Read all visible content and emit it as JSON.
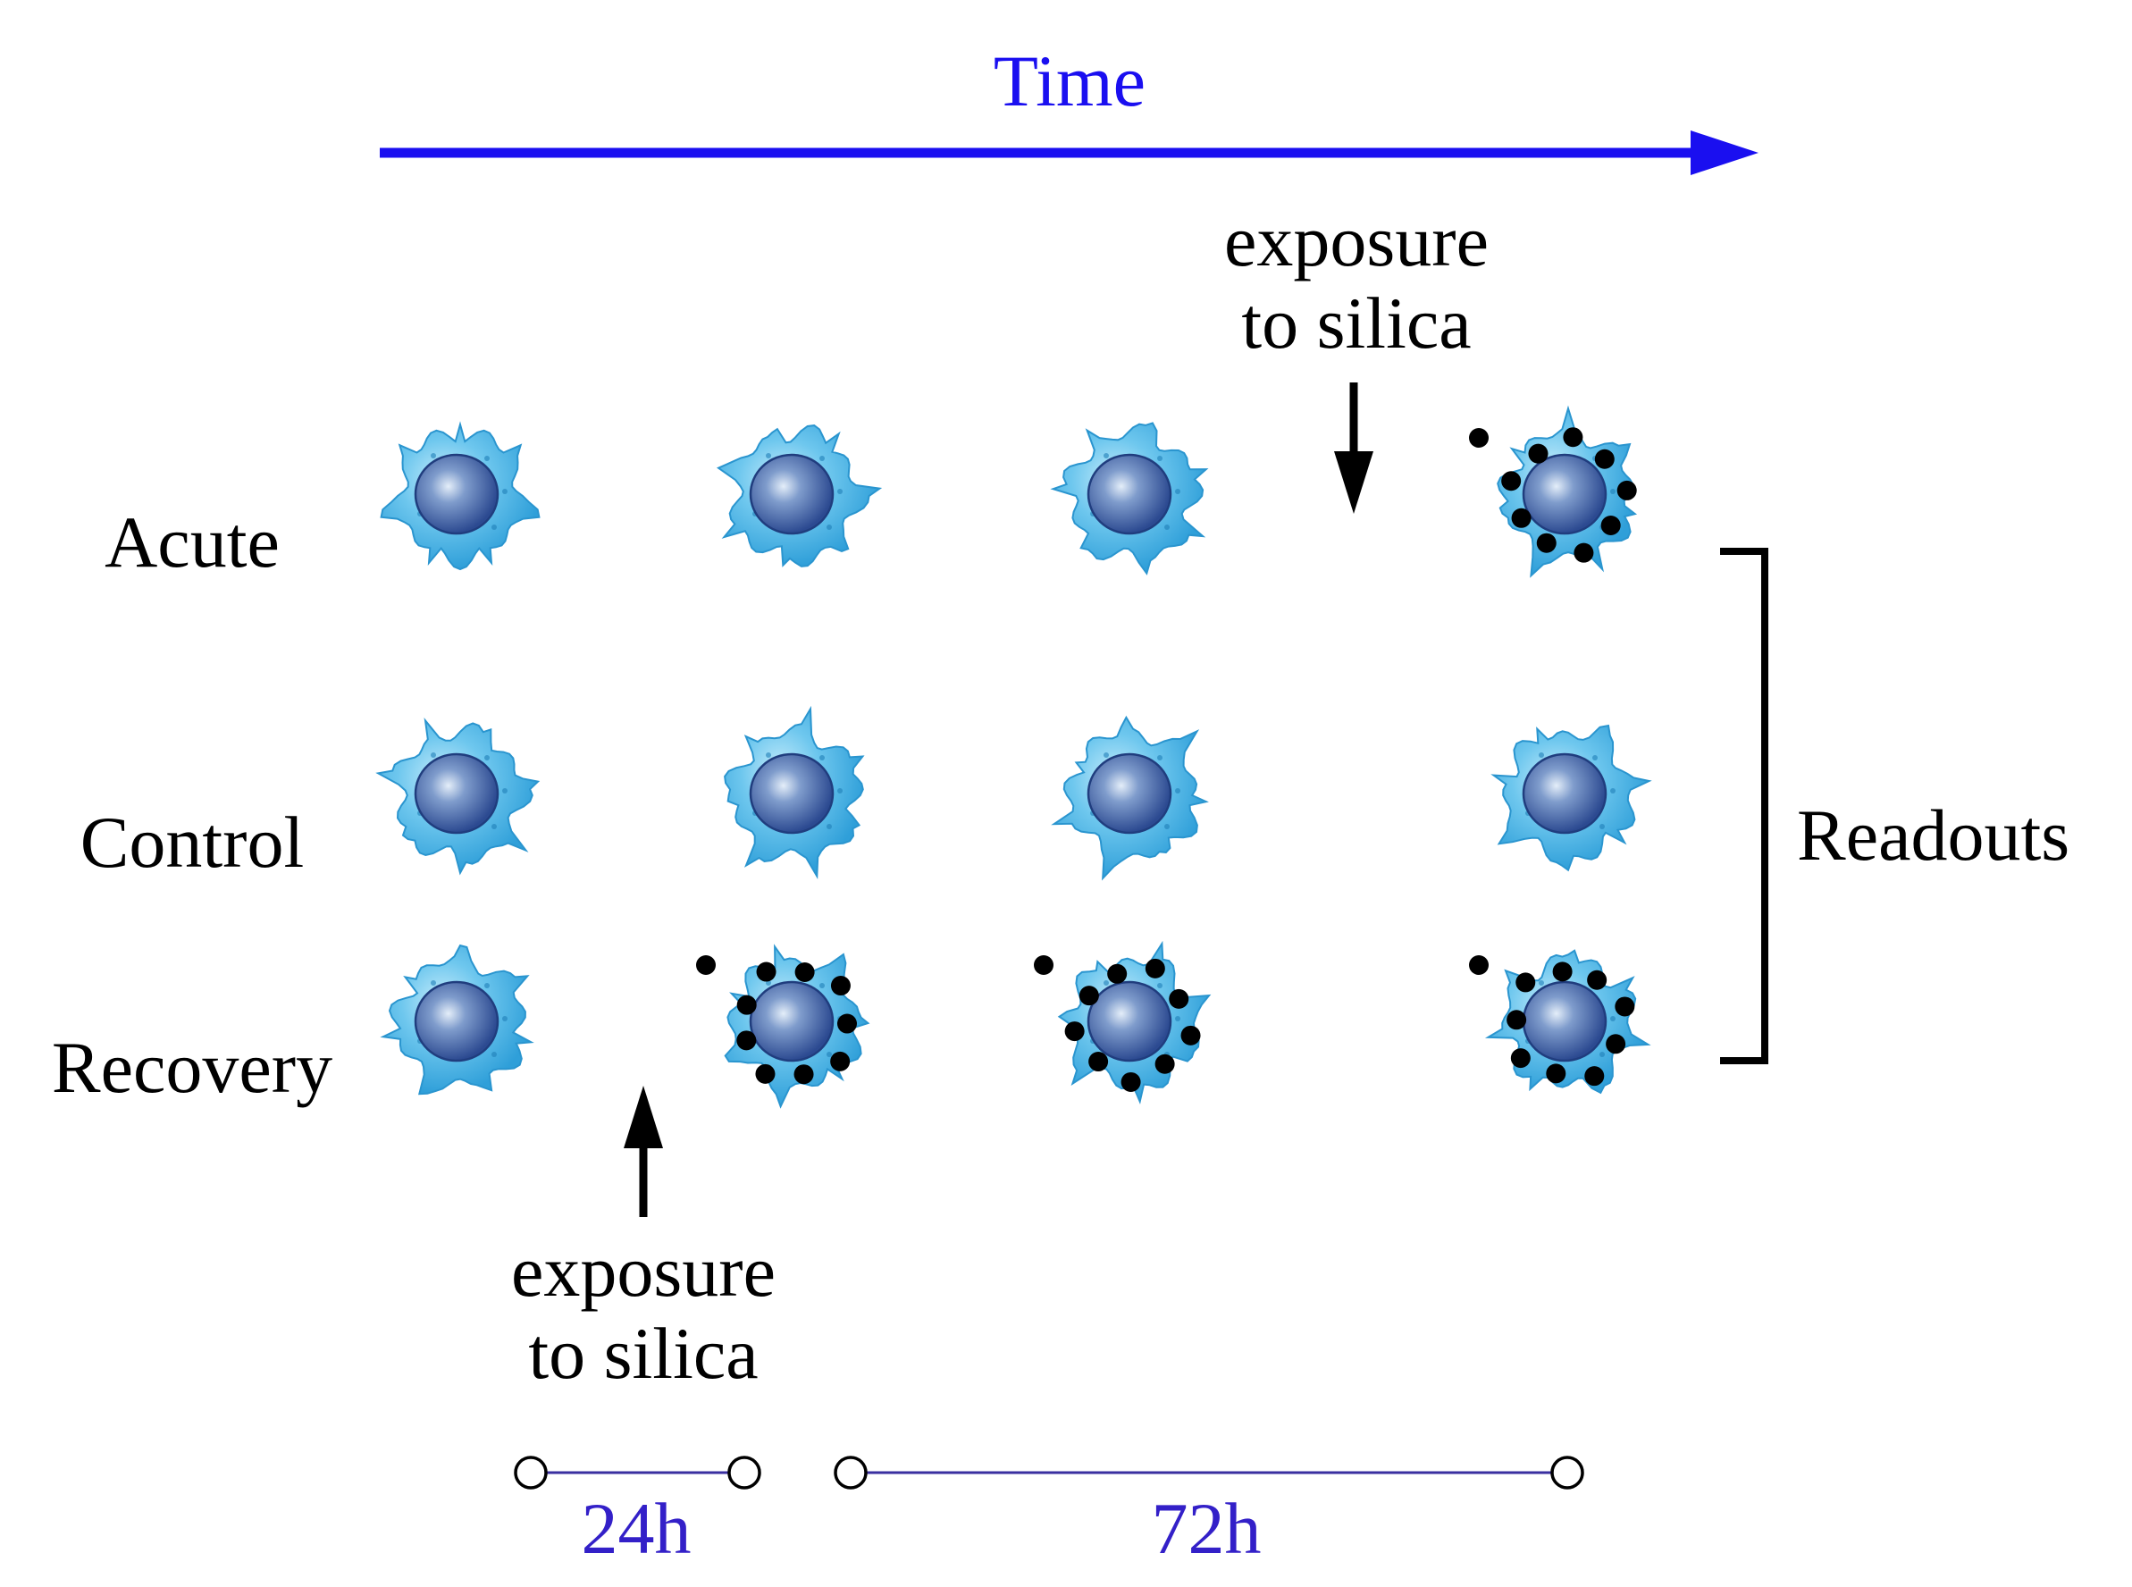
{
  "time_label": "Time",
  "row_labels": {
    "acute": "Acute",
    "control": "Control",
    "recovery": "Recovery"
  },
  "exposure_label": {
    "line1": "exposure",
    "line2": "to silica"
  },
  "readouts_label": "Readouts",
  "durations": {
    "first": "24h",
    "second": "72h"
  },
  "cells": {
    "acute": [
      false,
      false,
      false,
      true
    ],
    "control": [
      false,
      false,
      false,
      false
    ],
    "recovery": [
      false,
      true,
      true,
      true
    ]
  },
  "colors": {
    "time_arrow": "#1a0ff0",
    "duration_text": "#3320c8",
    "duration_line": "#3a2fa0",
    "cell_membrane": "#3fb0e6",
    "cell_membrane_light": "#9edaf6",
    "nucleus": "#3a5ea8",
    "nucleus_light": "#d8e6f6",
    "particle": "#000000"
  },
  "icons": {
    "cell": "macrophage-icon",
    "particle": "silica-particle-icon"
  }
}
